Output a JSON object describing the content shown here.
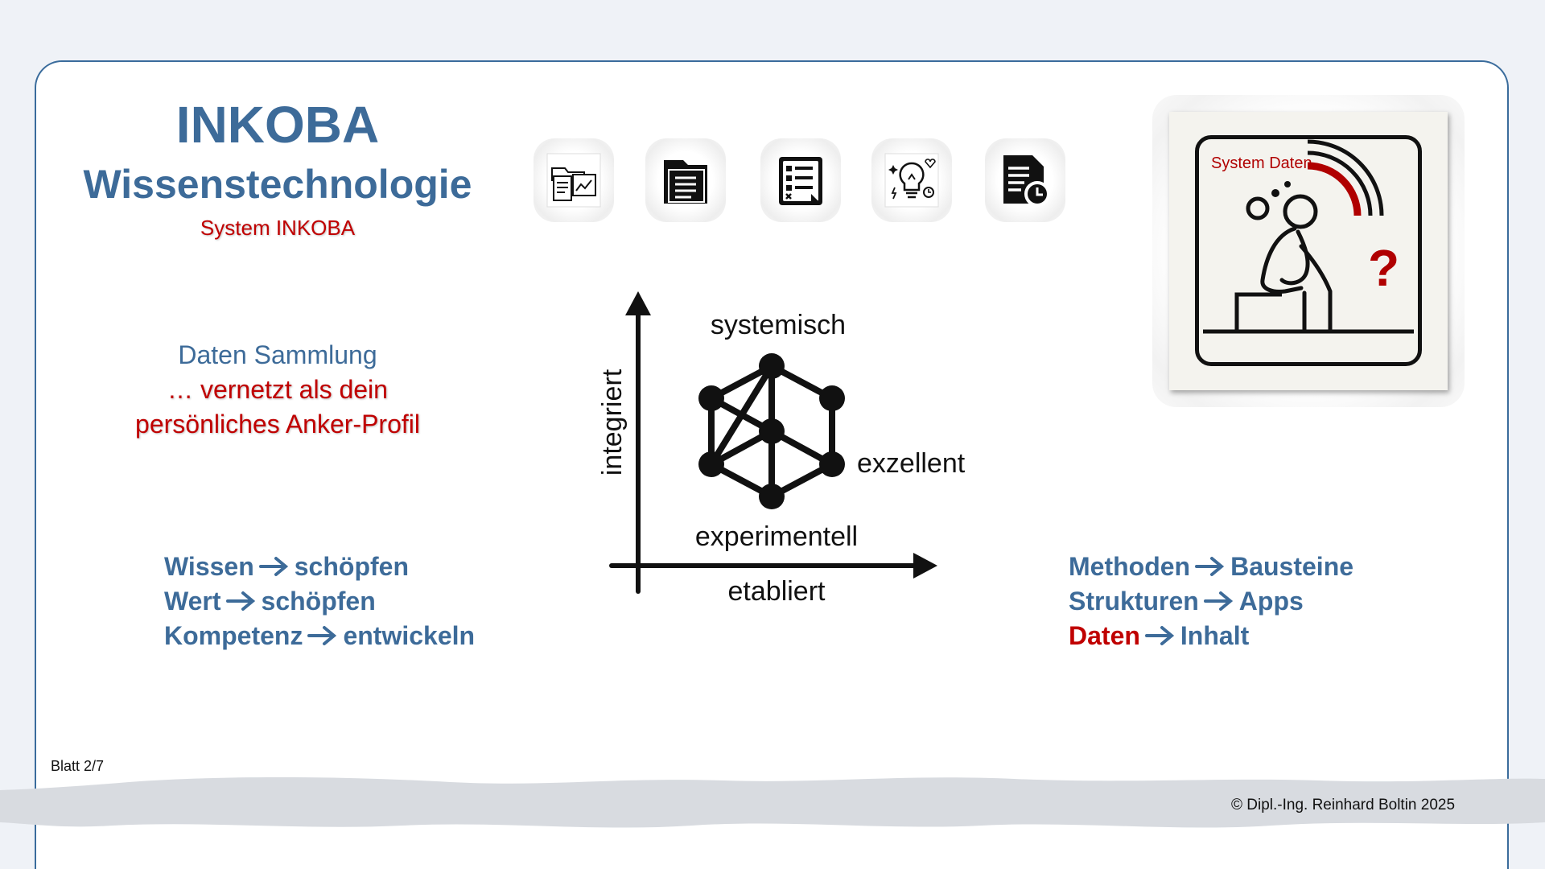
{
  "header": {
    "title": "INKOBA",
    "subtitle": "Wissenstechnologie",
    "system_label": "System INKOBA"
  },
  "collection": {
    "line1": "Daten Sammlung",
    "line2": "… vernetzt als dein",
    "line3": "persönliches Anker-Profil"
  },
  "left_pairs": [
    {
      "left": "Wissen",
      "right": "schöpfen"
    },
    {
      "left": "Wert",
      "right": "schöpfen"
    },
    {
      "left": "Kompetenz",
      "right": "entwickeln"
    }
  ],
  "right_pairs": [
    {
      "left": "Methoden",
      "right": "Bausteine"
    },
    {
      "left": "Strukturen",
      "right": "Apps"
    },
    {
      "left": "Daten",
      "right": "Inhalt",
      "left_color": "#c00000"
    }
  ],
  "icons": [
    "folder-chart-icon",
    "black-folder-icon",
    "checklist-icon",
    "lightbulb-icon",
    "report-clock-icon"
  ],
  "diagram": {
    "y_axis_label": "integriert",
    "x_axis_label": "etabliert",
    "top_label": "systemisch",
    "right_label": "exzellent",
    "bottom_label": "experimentell"
  },
  "hero": {
    "label": "System Daten",
    "question": "?"
  },
  "footer": {
    "page": "Blatt 2/7",
    "copyright": "© Dipl.-Ing. Reinhard Boltin 2025"
  },
  "colors": {
    "brand_blue": "#3d6b99",
    "accent_red": "#c00000",
    "frame_blue": "#3a6c9c"
  }
}
